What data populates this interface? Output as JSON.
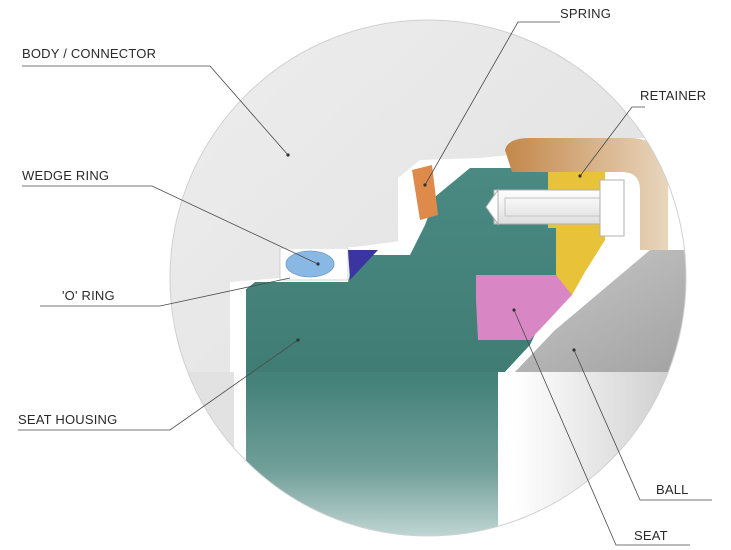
{
  "labels": {
    "body_connector": "BODY / CONNECTOR",
    "spring": "SPRING",
    "retainer": "RETAINER",
    "wedge_ring": "WEDGE RING",
    "o_ring": "'O' RING",
    "seat_housing": "SEAT HOUSING",
    "ball": "BALL",
    "seat": "SEAT"
  },
  "colors": {
    "body_connector": "#e6e6e6",
    "seat_housing": "#4f8c83",
    "spring": "#dd8a4a",
    "retainer": "#c98a4f",
    "wedge_ring": "#3a35a0",
    "o_ring": "#8ab8e4",
    "seat": "#d987c4",
    "ball": "#b6b6b6",
    "bolt_holder": "#e8c33a"
  }
}
